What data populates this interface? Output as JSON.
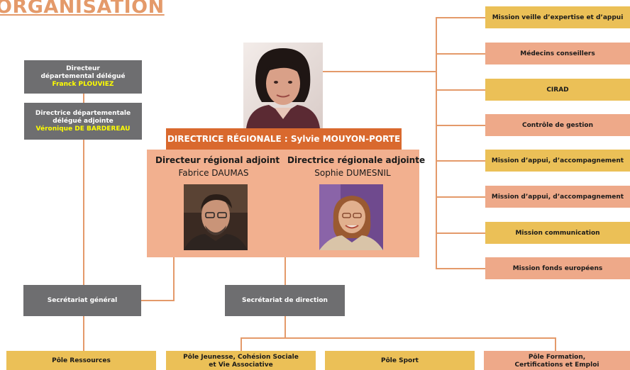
{
  "title": "ORGANISATION",
  "left_column": {
    "directeur": {
      "title_line1": "Directeur",
      "title_line2": "départemental délégué",
      "name": "Franck PLOUVIEZ"
    },
    "directrice_adjointe": {
      "title_line1": "Directrice départementale",
      "title_line2": "délégué adjointe",
      "name": "Véronique DE BARDEREAU"
    }
  },
  "directrice_regionale": "DIRECTRICE RÉGIONALE : Sylvie MOUYON-PORTE",
  "adjoints": [
    {
      "title": "Directeur régional adjoint",
      "name": "Fabrice DAUMAS"
    },
    {
      "title": "Directrice régionale adjointe",
      "name": "Sophie DUMESNIL"
    }
  ],
  "secretariats": {
    "general": "Secrétariat général",
    "direction": "Secrétariat de direction"
  },
  "missions": [
    "Mission veille d’expertise et d’appui",
    "Médecins conseillers",
    "CIRAD",
    "Contrôle de gestion",
    "Mission d’appui, d’accompagnement",
    "Mission d’appui, d’accompagnement",
    "Mission communication",
    "Mission fonds européens"
  ],
  "poles": [
    {
      "line1": "Pôle Ressources",
      "line2": ""
    },
    {
      "line1": "Pôle Jeunesse, Cohésion Sociale",
      "line2": "et Vie Associative"
    },
    {
      "line1": "Pôle Sport",
      "line2": ""
    },
    {
      "line1": "Pôle Formation,",
      "line2": "Certifications et Emploi"
    }
  ],
  "colors": {
    "accent": "#d9692e",
    "connector": "#e49a6a",
    "gold": "#ebc057",
    "salmon": "#eea989",
    "gray": "#6e6e70",
    "panel": "#f2b08f"
  }
}
